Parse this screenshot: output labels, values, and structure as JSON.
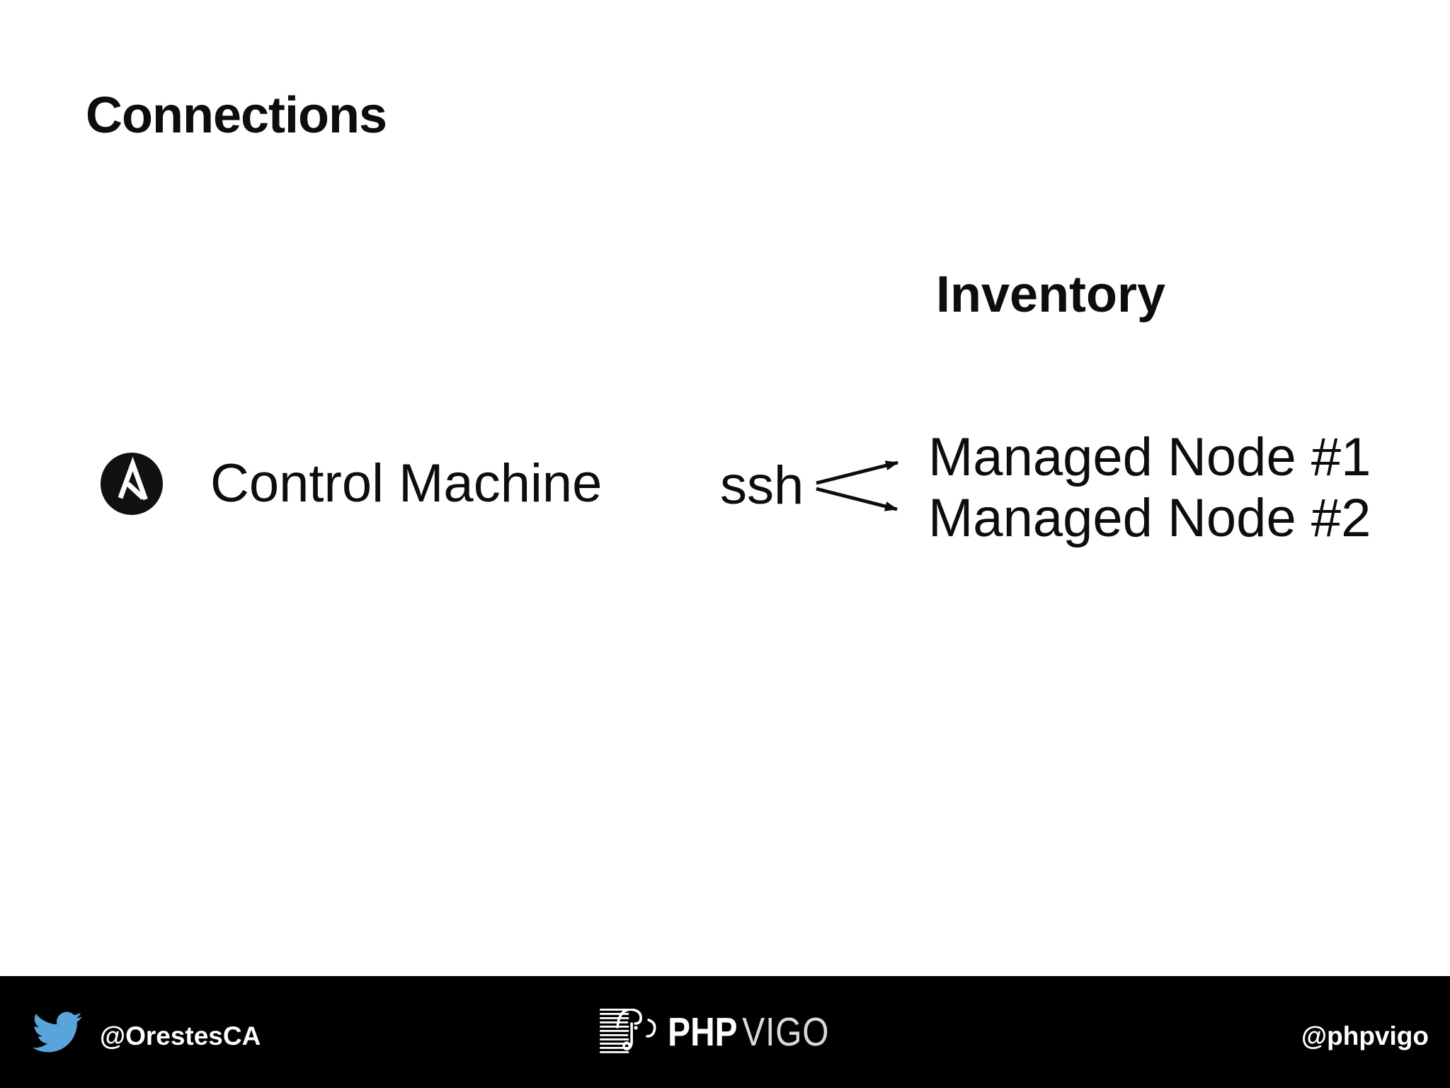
{
  "slide": {
    "title": "Connections",
    "diagram": {
      "inventory_heading": "Inventory",
      "control_machine": "Control Machine",
      "connection_label": "ssh",
      "managed_nodes": [
        "Managed Node #1",
        "Managed Node #2"
      ],
      "ansible_icon": "ansible-logo-icon",
      "arrow_style": "thin black line with solid triangular head"
    }
  },
  "footer": {
    "left_handle": "@OrestesCA",
    "right_handle": "@phpvigo",
    "brand_bold": "PHP",
    "brand_light": "VIGO",
    "twitter_icon": "twitter-bird-icon",
    "phpvigo_icon": "striped-elephant-logo-icon"
  },
  "colors": {
    "background": "#ffffff",
    "text": "#0d0d0d",
    "footer_bg": "#000000",
    "footer_text": "#ffffff",
    "brand_light_color": "#d9d9d9",
    "twitter_blue": "#57a5db",
    "ansible_circle": "#111111"
  }
}
